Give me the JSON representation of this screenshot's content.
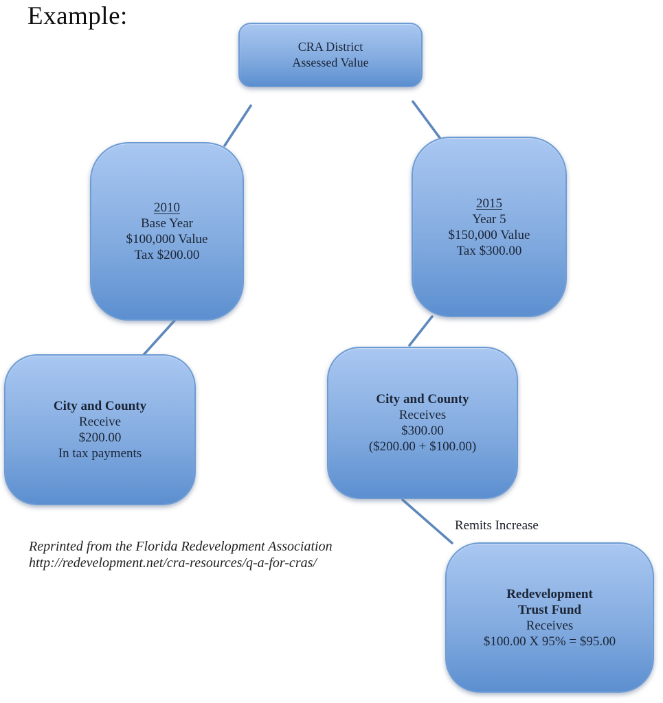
{
  "title": "Example:",
  "boxes": {
    "cra_district": {
      "lines": [
        "CRA District",
        "Assessed Value"
      ]
    },
    "base_year_2010": {
      "year": "2010",
      "lines": [
        "Base Year",
        "$100,000 Value",
        "Tax $200.00"
      ]
    },
    "year_5_2015": {
      "year": "2015",
      "lines": [
        "Year 5",
        "$150,000 Value",
        "Tax $300.00"
      ]
    },
    "city_county_left": {
      "heading": "City and County",
      "lines": [
        "Receive",
        "$200.00",
        "In tax payments"
      ]
    },
    "city_county_right": {
      "heading": "City and County",
      "lines": [
        "Receives",
        "$300.00",
        "($200.00 + $100.00)"
      ]
    },
    "redevelopment_trust_fund": {
      "heading_lines": [
        "Redevelopment",
        "Trust Fund"
      ],
      "lines": [
        "Receives",
        "$100.00 X 95% = $95.00"
      ]
    }
  },
  "labels": {
    "remits_increase": "Remits Increase"
  },
  "citation": {
    "lines": [
      "Reprinted from the Florida Redevelopment Association",
      "http://redevelopment.net/cra-resources/q-a-for-cras/"
    ]
  },
  "colors": {
    "box_gradient_top": "#A9C7F1",
    "box_gradient_bottom": "#5C8FD0",
    "box_border": "#6C9BD4",
    "connector": "#5E88BC",
    "text": "#1B2536"
  }
}
